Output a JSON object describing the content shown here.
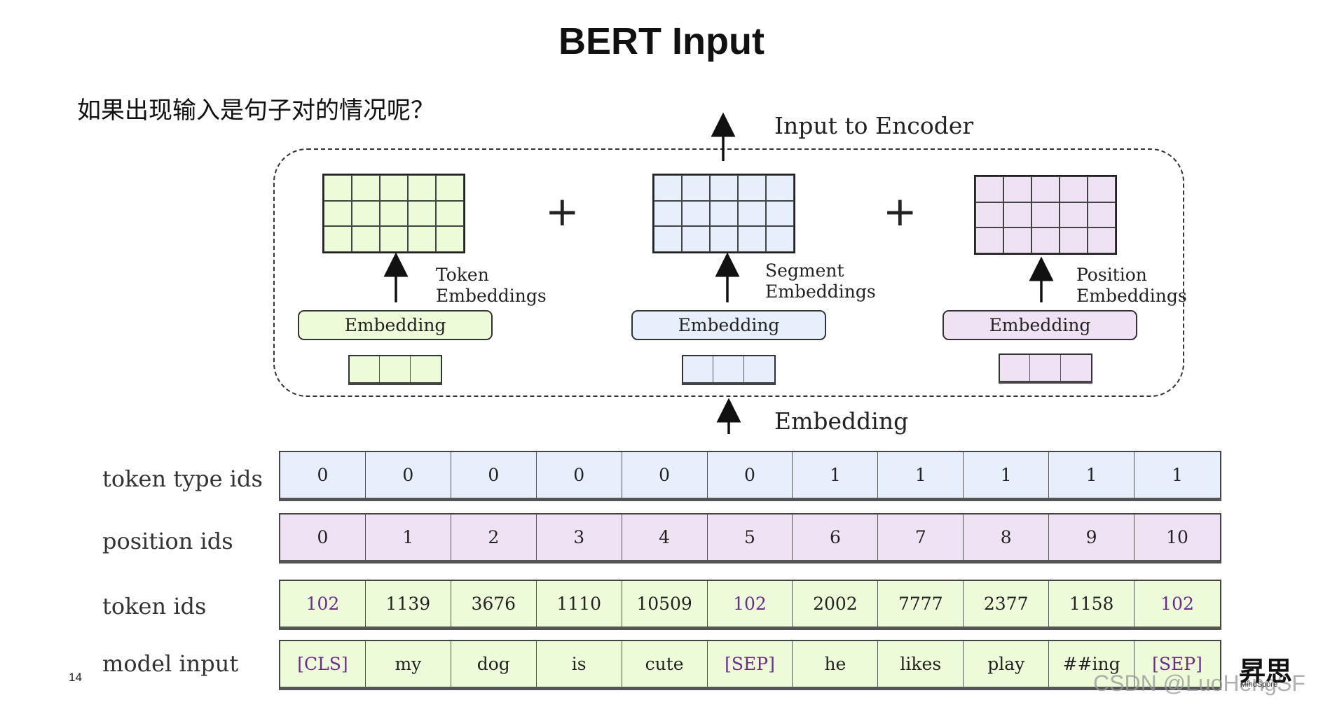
{
  "title": "BERT Input",
  "question": "如果出现输入是句子对的情况呢？",
  "diagram": {
    "encoder_label": "Input to Encoder",
    "embedding_label": "Embedding",
    "branches": [
      {
        "label": "Token Embeddings",
        "line1": "Token",
        "line2": "Embeddings",
        "box": "Embedding",
        "color": "#eefbd9"
      },
      {
        "label": "Segment Embeddings",
        "line1": "Segment",
        "line2": "Embeddings",
        "box": "Embedding",
        "color": "#e8effc"
      },
      {
        "label": "Position Embeddings",
        "line1": "Position",
        "line2": "Embeddings",
        "box": "Embedding",
        "color": "#efe2f5"
      }
    ],
    "plus": "+"
  },
  "rows": [
    {
      "label": "token type ids",
      "color": "#e8effc",
      "values": [
        "0",
        "0",
        "0",
        "0",
        "0",
        "0",
        "1",
        "1",
        "1",
        "1",
        "1"
      ]
    },
    {
      "label": "position ids",
      "color": "#efe2f5",
      "values": [
        "0",
        "1",
        "2",
        "3",
        "4",
        "5",
        "6",
        "7",
        "8",
        "9",
        "10"
      ]
    },
    {
      "label": "token ids",
      "color": "#eefbd9",
      "values": [
        "102",
        "1139",
        "3676",
        "1110",
        "10509",
        "102",
        "2002",
        "7777",
        "2377",
        "1158",
        "102"
      ]
    },
    {
      "label": "model input",
      "color": "#eefbd9",
      "values": [
        "[CLS]",
        "my",
        "dog",
        "is",
        "cute",
        "[SEP]",
        "he",
        "likes",
        "play",
        "##ing",
        "[SEP]"
      ]
    }
  ],
  "page_number": "14",
  "logo": {
    "text": "昇思",
    "sub": "MindSpore"
  },
  "watermark": "CSDN @LuoHengSF"
}
